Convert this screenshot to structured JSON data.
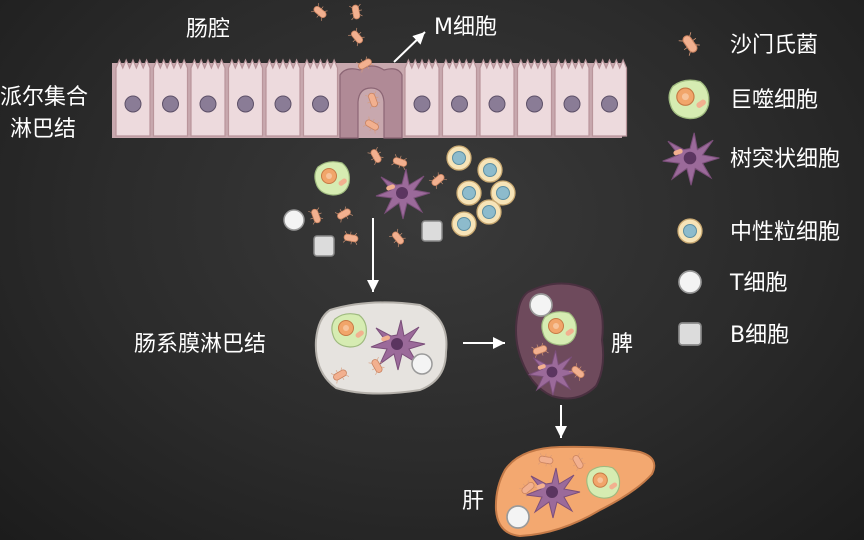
{
  "labels": {
    "lumen": "肠腔",
    "m_cell": "M细胞",
    "peyers_patch": [
      "派尔集合",
      "淋巴结"
    ],
    "mesenteric_ln": "肠系膜淋巴结",
    "spleen": "脾",
    "liver": "肝"
  },
  "legend": [
    {
      "icon": "salmonella-icon",
      "label": "沙门氏菌"
    },
    {
      "icon": "macrophage-icon",
      "label": "巨噬细胞"
    },
    {
      "icon": "dendritic-cell-icon",
      "label": "树突状细胞"
    },
    {
      "icon": "neutrophil-icon",
      "label": "中性粒细胞"
    },
    {
      "icon": "t-cell-icon",
      "label": "T细胞"
    },
    {
      "icon": "b-cell-icon",
      "label": "B细胞"
    }
  ],
  "colors": {
    "epithelium": "#eddadd",
    "epithelium_stroke": "#b9959b",
    "nucleus": "#8a7c96",
    "m_cell": "#b08a96",
    "salmonella": "#f2b08f",
    "macrophage": "#d6ecb2",
    "macrophage_nucleus": "#f1a56a",
    "dendritic": "#9b6a9a",
    "neutrophil_ring": "#f7e4b8",
    "neutrophil_core": "#8dbbcc",
    "t_cell": "#f2f2f2",
    "b_cell": "#dadada",
    "node": "#e6e3df",
    "spleen": "#6e4a5c",
    "liver": "#f3a870",
    "arrow": "#ffffff",
    "background": "#2b2b2b"
  }
}
